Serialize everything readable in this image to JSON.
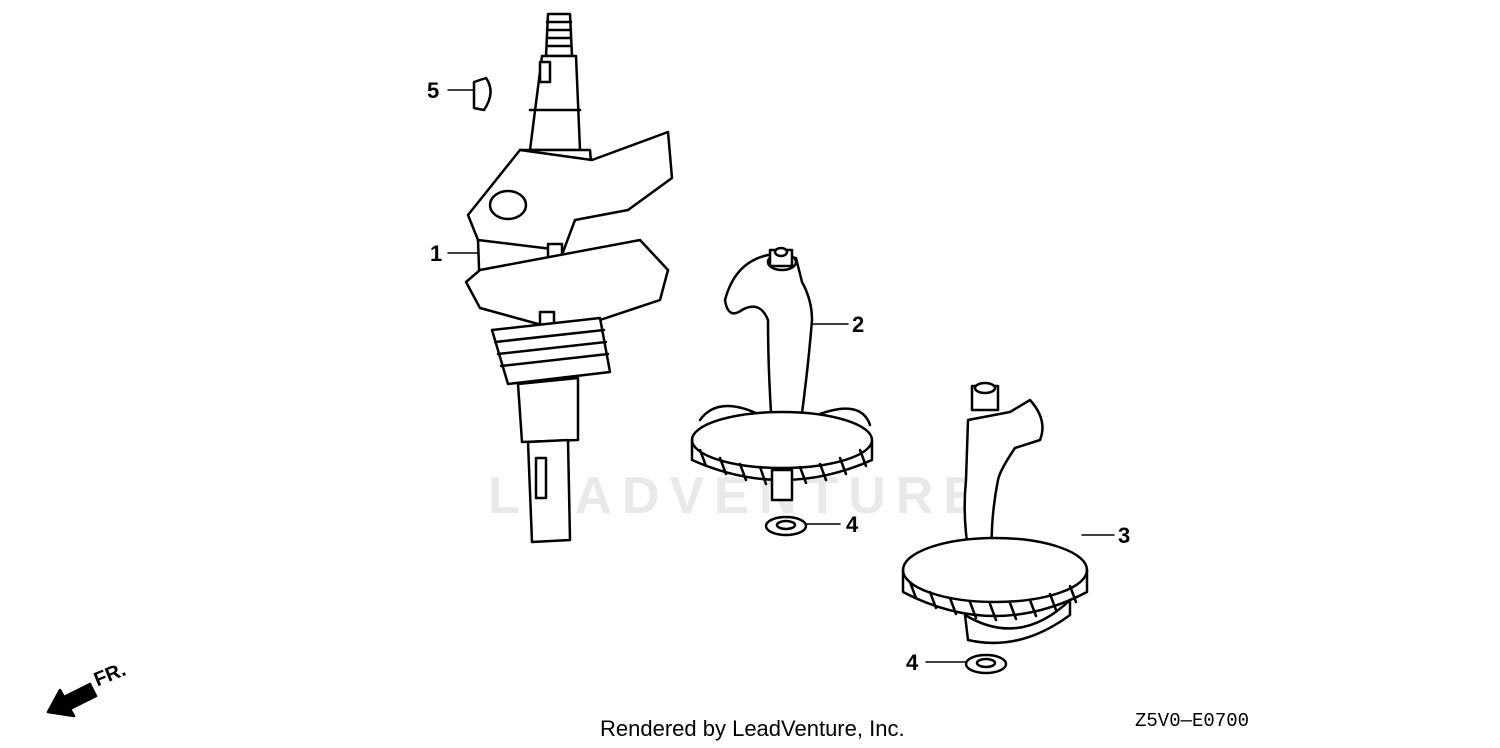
{
  "callouts": [
    "5",
    "1",
    "2",
    "4",
    "3",
    "4"
  ],
  "direction_label": "FR.",
  "watermark_text": "LEADVENTURE",
  "credit": "Rendered by LeadVenture, Inc.",
  "diagram_code": "Z5V0—E0700",
  "colors": {
    "line": "#000000",
    "fill": "#ffffff",
    "watermark": "#e9e9e9"
  }
}
